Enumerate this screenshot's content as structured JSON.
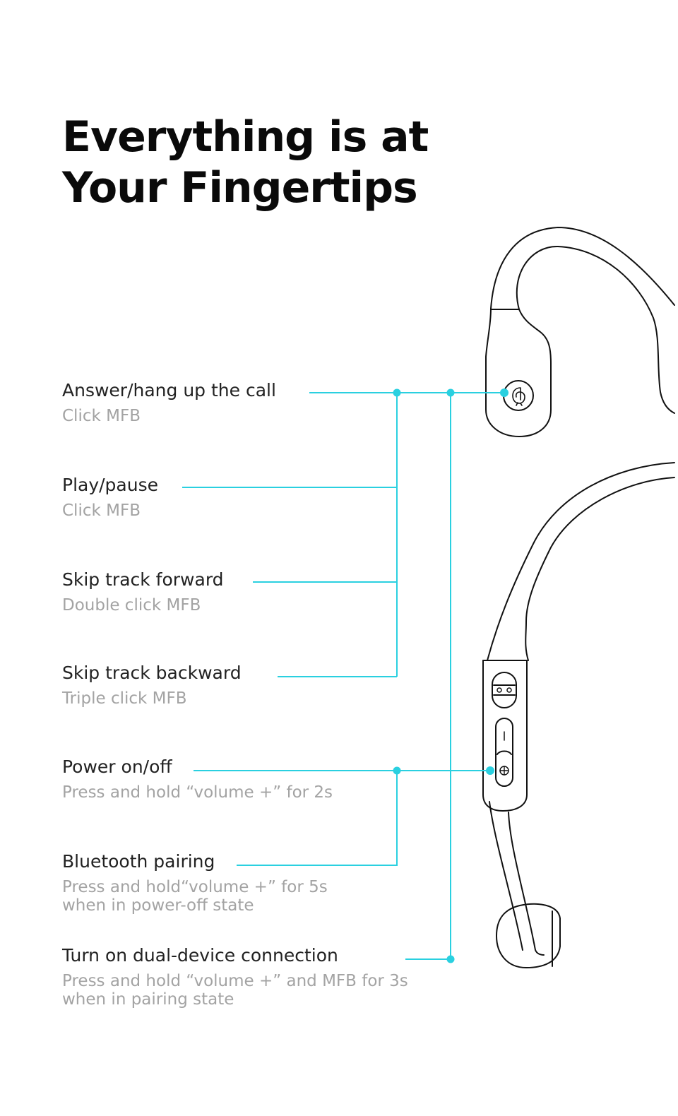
{
  "title": {
    "line1": "Everything is at",
    "line2": "Your Fingertips"
  },
  "controls": [
    {
      "label": "Answer/hang up the call",
      "desc": [
        "Click MFB"
      ],
      "button": "MFB"
    },
    {
      "label": "Play/pause",
      "desc": [
        "Click MFB"
      ],
      "button": "MFB"
    },
    {
      "label": "Skip track forward",
      "desc": [
        "Double click MFB"
      ],
      "button": "MFB"
    },
    {
      "label": "Skip track backward",
      "desc": [
        "Triple click MFB"
      ],
      "button": "MFB"
    },
    {
      "label": "Power on/off",
      "desc": [
        "Press and hold “volume +” for 2s"
      ],
      "button": "volume +"
    },
    {
      "label": "Bluetooth pairing",
      "desc": [
        "Press and hold“volume +” for 5s",
        "when in power-off state"
      ],
      "button": "volume +"
    },
    {
      "label": "Turn on dual-device connection",
      "desc": [
        "Press and hold “volume +” and MFB for 3s",
        "when in pairing state"
      ],
      "button": "volume + and MFB"
    }
  ],
  "colors": {
    "accent": "#2ad0e0",
    "heading": "#0a0a0a",
    "label": "#222222",
    "desc": "#a3a3a3",
    "outline": "#111111"
  },
  "icons": {
    "mfb": "multi-function-button-icon",
    "minus": "volume-minus-icon",
    "plus": "volume-plus-icon",
    "mic": "microphone-grille-icon"
  }
}
